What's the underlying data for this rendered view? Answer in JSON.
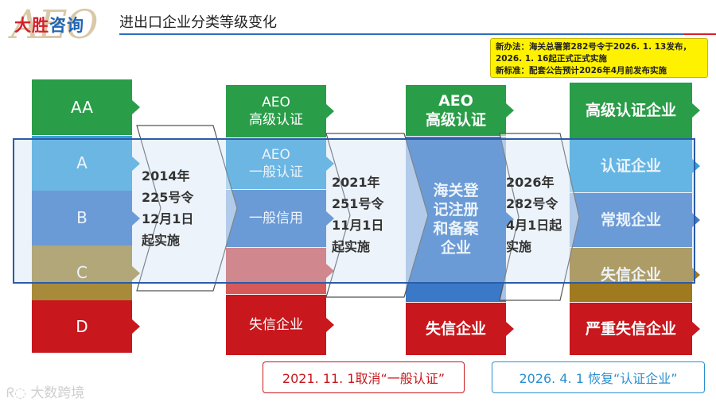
{
  "header": {
    "logo_mark": "AEO",
    "logo_text_red": "大胜",
    "logo_text_blue": "咨询",
    "title": "进出口企业分类等级变化"
  },
  "notice": {
    "lines": [
      "新办法：海关总署第282号令于2026. 1. 13发布，",
      "2026. 1. 16起正式正式实施",
      "新标准：配套公告预计2026年4月前发布实施"
    ]
  },
  "columns": [
    {
      "id": "col1",
      "cells": [
        {
          "label": "AA",
          "color": "#2a9d48"
        },
        {
          "label": "A",
          "color": "#3aa2dc"
        },
        {
          "label": "B",
          "color": "#3a78c8"
        },
        {
          "label": "C",
          "color": "#a78a3a"
        },
        {
          "label": "D",
          "color": "#c8171d"
        }
      ]
    },
    {
      "id": "col2",
      "cells": [
        {
          "label": "AEO\n高级认证",
          "color": "#2a9d48"
        },
        {
          "label": "AEO\n一般认证",
          "color": "#3aa2dc"
        },
        {
          "label": "一般信用",
          "color": "#3a78c8"
        },
        {
          "label": "",
          "color": "#d65a5a"
        },
        {
          "label": "失信企业",
          "color": "#c8171d"
        }
      ]
    },
    {
      "id": "col3",
      "cells": [
        {
          "label": "AEO\n高级认证",
          "color": "#2a9d48"
        },
        {
          "label": "海关登\n记注册\n和备案\n企业",
          "color": "#3a78c8"
        },
        {
          "label": "失信企业",
          "color": "#c8171d"
        }
      ]
    },
    {
      "id": "col4",
      "cells": [
        {
          "label": "高级认证企业",
          "color": "#2a9d48"
        },
        {
          "label": "认证企业",
          "color": "#2fa0dc"
        },
        {
          "label": "常规企业",
          "color": "#3a78c8"
        },
        {
          "label": "失信企业",
          "color": "#a07a1e"
        },
        {
          "label": "严重失信企业",
          "color": "#c8171d"
        }
      ]
    }
  ],
  "transitions": [
    {
      "label": "2014年\n225号令\n12月1日\n起实施"
    },
    {
      "label": "2021年\n251号令\n11月1日\n起实施"
    },
    {
      "label": "2026年\n282号令\n4月1日起\n实施"
    }
  ],
  "bottom": {
    "left_note": "2021. 11. 1取消“一般认证”",
    "left_color": "#c8171d",
    "right_note": "2026. 4. 1  恢复“认证企业”",
    "right_color": "#2a8fd0"
  },
  "watermark": "大数跨境"
}
